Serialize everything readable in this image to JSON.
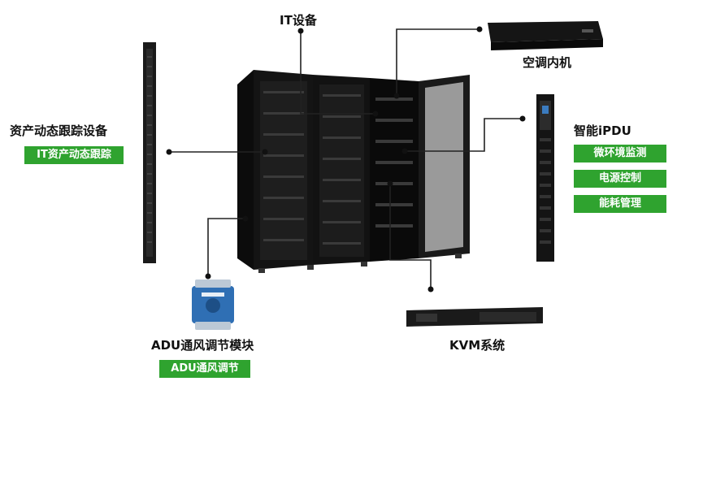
{
  "labels": {
    "it_equipment": "IT设备",
    "ac_unit": "空调内机",
    "asset_device": "资产动态跟踪设备",
    "ipdu": "智能iPDU",
    "adu": "ADU通风调节模块",
    "kvm": "KVM系统"
  },
  "tags": {
    "asset_tracking": "IT资产动态跟踪",
    "env_monitor": "微环境监测",
    "power_control": "电源控制",
    "energy_mgmt": "能耗管理",
    "adu_ventilation": "ADU通风调节"
  },
  "colors": {
    "tag_green": "#2fa32f",
    "rack": "#141414",
    "line": "#222222"
  },
  "icons": [
    "server-rack",
    "ac-unit",
    "asset-strip",
    "ipdu-strip",
    "adu-module",
    "kvm-switch"
  ]
}
